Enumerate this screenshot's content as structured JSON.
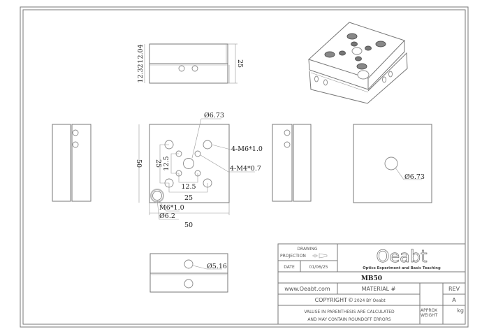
{
  "dimensions": {
    "top_upper": "12.04",
    "top_lower": "12.32",
    "top_height": "25",
    "front_height": "50",
    "front_width": "50",
    "hole_spacing_vertical": "25",
    "small_spacing_vertical": "12.5",
    "small_spacing_horizontal": "12.5",
    "hole_spacing_horizontal": "25",
    "center_hole": "Ø6.73",
    "m6_callout": "4-M6*1.0",
    "m4_callout": "4-M4*0.7",
    "corner_thread": "M6*1.0",
    "corner_hole": "Ø6.2",
    "back_hole": "Ø6.73",
    "bottom_hole": "Ø5.16"
  },
  "title_block": {
    "drawing_label": "DRAWING",
    "projection_label": "PROJECTION",
    "date_label": "DATE",
    "date_value": "01/06/25",
    "logo_text": "Oeabt",
    "logo_tagline": "Optics Experiment and Basic Teaching",
    "part_number": "MB50",
    "website": "www.Oeabt.com",
    "material_label": "MATERIAL #",
    "rev_label": "REV",
    "rev_value": "A",
    "copyright": "COPYRIGHT",
    "copyright_symbol": "©",
    "copyright_year": "2024 BY Oeabt",
    "note_line1": "VALUSE IN PARENTHESIS ARE CALCULATED",
    "note_line2": "AND MAY CONTAIN ROUNDOFF ERRORS",
    "weight_label1": "APPROX",
    "weight_label2": "WEIGHT",
    "weight_unit": "kg"
  }
}
